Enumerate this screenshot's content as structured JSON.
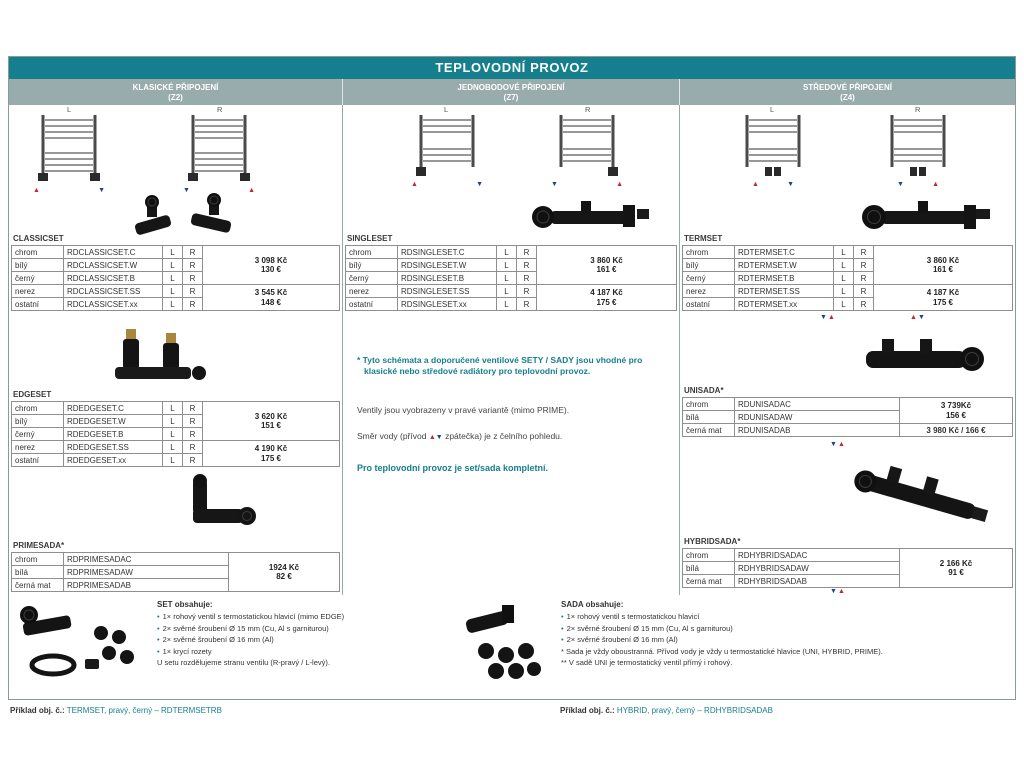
{
  "page": {
    "title": "TEPLOVODNÍ PROVOZ"
  },
  "columns": [
    {
      "title": "KLASICKÉ PŘIPOJENÍ",
      "subtitle": "(Z2)"
    },
    {
      "title": "JEDNOBODOVÉ PŘIPOJENÍ",
      "subtitle": "(Z7)"
    },
    {
      "title": "STŘEDOVÉ PŘIPOJENÍ",
      "subtitle": "(Z4)"
    }
  ],
  "lr": {
    "l": "L",
    "r": "R"
  },
  "icons": {
    "up": "▲",
    "down": "▼",
    "bullet": "•"
  },
  "colors": {
    "teal": "#157f8d",
    "header_gray": "#97acab",
    "red": "#c1272d",
    "blue": "#20418e"
  },
  "products": {
    "classicset": {
      "name": "CLASSICSET",
      "rows": [
        {
          "color": "chrom",
          "code": "RDCLASSICSET.C"
        },
        {
          "color": "bílý",
          "code": "RDCLASSICSET.W"
        },
        {
          "color": "černý",
          "code": "RDCLASSICSET.B"
        },
        {
          "color": "nerez",
          "code": "RDCLASSICSET.SS"
        },
        {
          "color": "ostatní",
          "code": "RDCLASSICSET.xx"
        }
      ],
      "price1_czk": "3 098 Kč",
      "price1_eur": "130 €",
      "price2_czk": "3 545 Kč",
      "price2_eur": "148 €"
    },
    "edgeset": {
      "name": "EDGESET",
      "rows": [
        {
          "color": "chrom",
          "code": "RDEDGESET.C"
        },
        {
          "color": "bílý",
          "code": "RDEDGESET.W"
        },
        {
          "color": "černý",
          "code": "RDEDGESET.B"
        },
        {
          "color": "nerez",
          "code": "RDEDGESET.SS"
        },
        {
          "color": "ostatní",
          "code": "RDEDGESET.xx"
        }
      ],
      "price1_czk": "3 620 Kč",
      "price1_eur": "151 €",
      "price2_czk": "4 190 Kč",
      "price2_eur": "175 €"
    },
    "primesada": {
      "name": "PRIMESADA*",
      "rows": [
        {
          "color": "chrom",
          "code": "RDPRIMESADAC"
        },
        {
          "color": "bílá",
          "code": "RDPRIMESADAW"
        },
        {
          "color": "černá mat",
          "code": "RDPRIMESADAB"
        }
      ],
      "price_czk": "1924 Kč",
      "price_eur": "82 €"
    },
    "singleset": {
      "name": "SINGLESET",
      "rows": [
        {
          "color": "chrom",
          "code": "RDSINGLESET.C"
        },
        {
          "color": "bílý",
          "code": "RDSINGLESET.W"
        },
        {
          "color": "černý",
          "code": "RDSINGLESET.B"
        },
        {
          "color": "nerez",
          "code": "RDSINGLESET.SS"
        },
        {
          "color": "ostatní",
          "code": "RDSINGLESET.xx"
        }
      ],
      "price1_czk": "3 860 Kč",
      "price1_eur": "161 €",
      "price2_czk": "4 187 Kč",
      "price2_eur": "175 €"
    },
    "termset": {
      "name": "TERMSET",
      "rows": [
        {
          "color": "chrom",
          "code": "RDTERMSET.C"
        },
        {
          "color": "bílý",
          "code": "RDTERMSET.W"
        },
        {
          "color": "černý",
          "code": "RDTERMSET.B"
        },
        {
          "color": "nerez",
          "code": "RDTERMSET.SS"
        },
        {
          "color": "ostatní",
          "code": "RDTERMSET.xx"
        }
      ],
      "price1_czk": "3 860 Kč",
      "price1_eur": "161 €",
      "price2_czk": "4 187 Kč",
      "price2_eur": "175 €"
    },
    "unisada": {
      "name": "UNISADA*",
      "rows": [
        {
          "color": "chrom",
          "code": "RDUNISADAC"
        },
        {
          "color": "bílá",
          "code": "RDUNISADAW"
        },
        {
          "color": "černá mat",
          "code": "RDUNISADAB"
        }
      ],
      "price1_czk": "3 739Kč",
      "price1_eur": "156 €",
      "price2": "3 980 Kč / 166 €"
    },
    "hybridsada": {
      "name": "HYBRIDSADA*",
      "rows": [
        {
          "color": "chrom",
          "code": "RDHYBRIDSADAC"
        },
        {
          "color": "bílá",
          "code": "RDHYBRIDSADAW"
        },
        {
          "color": "černá mat",
          "code": "RDHYBRIDSADAB"
        }
      ],
      "price_czk": "2 166 Kč",
      "price_eur": "91 €"
    }
  },
  "notes": {
    "star": "* Tyto schémata a doporučené ventilové SETY / SADY jsou vhodné pro klasické nebo středové radiátory pro teplovodní provoz.",
    "variant": "Ventily jsou vyobrazeny v pravé variantě (mimo PRIME).",
    "flow_pre": "Směr vody (přívod",
    "flow_post": "zpátečka) je z čelního pohledu.",
    "complete": "Pro teplovodní provoz je set/sada kompletní."
  },
  "set_info": {
    "title": "SET obsahuje:",
    "items": [
      "1× rohový ventil s termostatickou hlavicí (mimo EDGE)",
      "2× svěrné šroubení Ø 15 mm (Cu, Al s garniturou)",
      "2× svěrné šroubení Ø 16 mm (Al)",
      "1× krycí rozety"
    ],
    "footer": "U setu rozdělujeme stranu ventilu (R-pravý / L-levý).",
    "example_label": "Příklad obj. č.:",
    "example_value": "TERMSET, pravý, černý – RDTERMSETRB"
  },
  "sada_info": {
    "title": "SADA obsahuje:",
    "items": [
      "1× rohový ventil s termostatickou hlavicí",
      "2× svěrné šroubení Ø 15 mm (Cu, Al s garniturou)",
      "2× svěrné šroubení Ø 16 mm (Al)",
      "* Sada je vždy oboustranná. Přívod vody je vždy u termostatické hlavice (UNI, HYBRID, PRIME).",
      "** V sadě UNI je termostatický ventil přímý i rohový."
    ],
    "example_label": "Příklad obj. č.:",
    "example_value": "HYBRID, pravý, černý – RDHYBRIDSADAB"
  }
}
